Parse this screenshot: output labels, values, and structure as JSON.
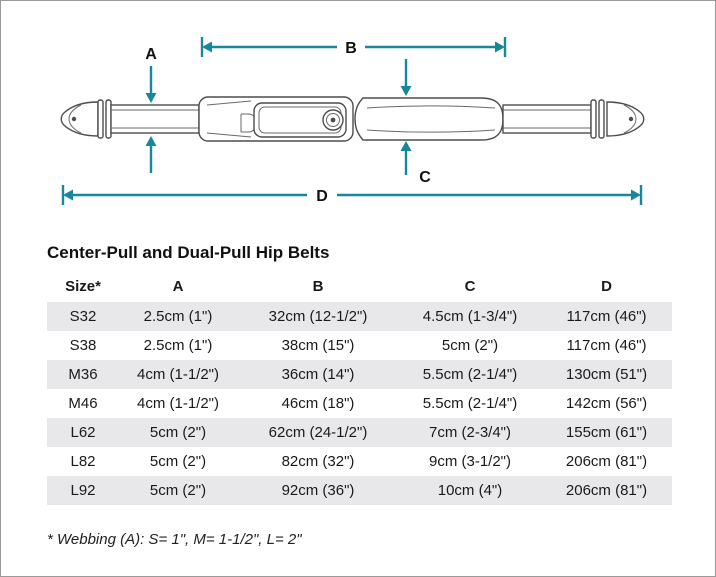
{
  "colors": {
    "accent": "#17879B",
    "row_shade": "#E8E8EB",
    "line": "#4D4D4D",
    "text": "#1A1A1A"
  },
  "diagram": {
    "dimension_labels": {
      "a": "A",
      "b": "B",
      "c": "C",
      "d": "D"
    }
  },
  "table": {
    "title": "Center-Pull and Dual-Pull Hip Belts",
    "columns": [
      "Size*",
      "A",
      "B",
      "C",
      "D"
    ],
    "rows": [
      [
        "S32",
        "2.5cm (1\")",
        "32cm (12-1/2\")",
        "4.5cm (1-3/4\")",
        "117cm (46\")"
      ],
      [
        "S38",
        "2.5cm (1\")",
        "38cm (15\")",
        "5cm (2\")",
        "117cm (46\")"
      ],
      [
        "M36",
        "4cm (1-1/2\")",
        "36cm (14\")",
        "5.5cm (2-1/4\")",
        "130cm (51\")"
      ],
      [
        "M46",
        "4cm (1-1/2\")",
        "46cm (18\")",
        "5.5cm (2-1/4\")",
        "142cm (56\")"
      ],
      [
        "L62",
        "5cm (2\")",
        "62cm (24-1/2\")",
        "7cm (2-3/4\")",
        "155cm (61\")"
      ],
      [
        "L82",
        "5cm (2\")",
        "82cm (32\")",
        "9cm (3-1/2\")",
        "206cm (81\")"
      ],
      [
        "L92",
        "5cm (2\")",
        "92cm (36\")",
        "10cm (4\")",
        "206cm (81\")"
      ]
    ],
    "footnote": "* Webbing (A): S= 1\", M= 1-1/2\", L= 2\""
  }
}
